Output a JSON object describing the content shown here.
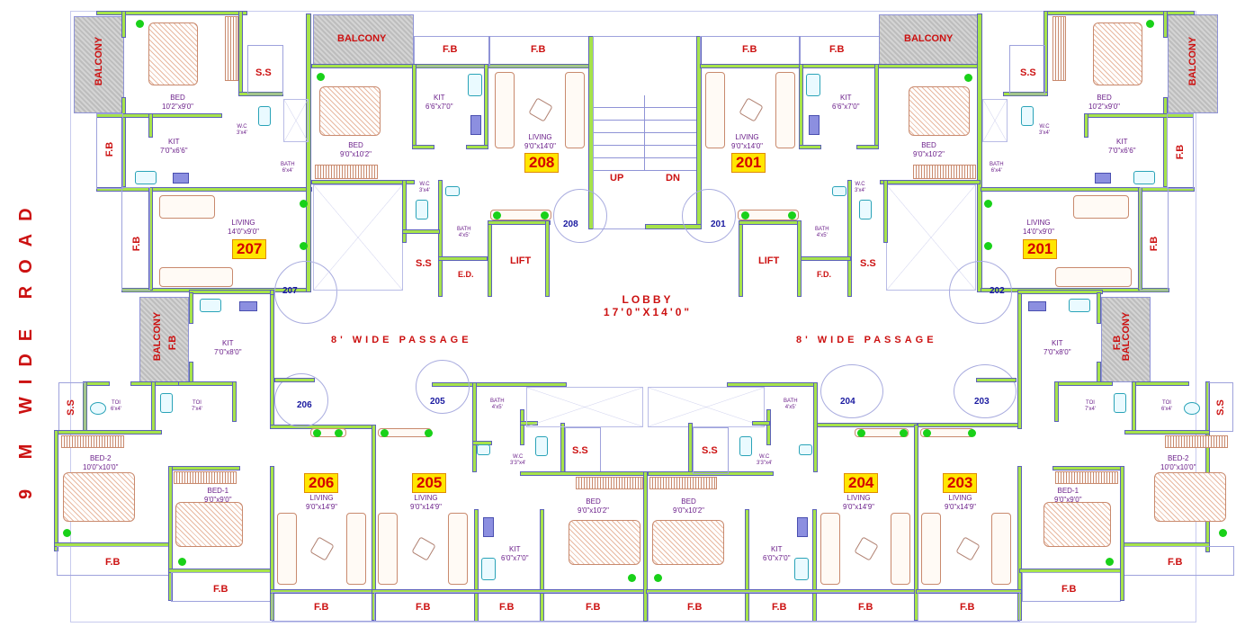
{
  "road": {
    "label": "9 M WIDE ROAD"
  },
  "lobby": {
    "name": "LOBBY",
    "size": "17'0\"X14'0\""
  },
  "stairs": {
    "up": "UP",
    "down": "DN"
  },
  "passages": [
    "8' WIDE PASSAGE",
    "8' WIDE PASSAGE"
  ],
  "colors": {
    "wall": "#a6e34a",
    "outline": "#5d63b8",
    "label_red": "#cc1111",
    "room_text": "#6b1f8a",
    "badge_bg": "#ffe600",
    "door_text": "#1a1aa0"
  },
  "labels": {
    "balcony": "BALCONY",
    "fb": "F.B",
    "ss": "S.S",
    "lift": "LIFT",
    "ed": "E.D.",
    "fd": "F.D.",
    "balcony_fb": "F.B"
  },
  "units": {
    "u207": {
      "badge": "207",
      "door": "207",
      "bed": {
        "name": "BED",
        "dim": "10'2\"x9'0\""
      },
      "kit": {
        "name": "KIT",
        "dim": "7'0\"x6'6\""
      },
      "wc": {
        "name": "W.C",
        "dim": "3'x4'"
      },
      "bath": {
        "name": "BATH",
        "dim": "6'x4'"
      },
      "living": {
        "name": "LIVING",
        "dim": "14'0\"x9'0\""
      }
    },
    "u208": {
      "badge": "208",
      "door": "208",
      "bed": {
        "name": "BED",
        "dim": "9'0\"x10'2\""
      },
      "kit": {
        "name": "KIT",
        "dim": "6'6\"x7'0\""
      },
      "living": {
        "name": "LIVING",
        "dim": "9'0\"x14'0\""
      },
      "wc": {
        "name": "W.C",
        "dim": "3'x4'"
      },
      "bath": {
        "name": "BATH",
        "dim": "4'x5'"
      }
    },
    "u201a": {
      "badge": "201",
      "door": "201",
      "living": {
        "name": "LIVING",
        "dim": "9'0\"x14'0\""
      },
      "kit": {
        "name": "KIT",
        "dim": "6'6\"x7'0\""
      },
      "bed": {
        "name": "BED",
        "dim": "9'0\"x10'2\""
      },
      "wc": {
        "name": "W.C",
        "dim": "3'x4'"
      },
      "bath": {
        "name": "BATH",
        "dim": "4'x5'"
      }
    },
    "u201b": {
      "badge": "201",
      "door": "202",
      "bed": {
        "name": "BED",
        "dim": "10'2\"x9'0\""
      },
      "kit": {
        "name": "KIT",
        "dim": "7'0\"x6'6\""
      },
      "wc": {
        "name": "W.C",
        "dim": "3'x4'"
      },
      "bath": {
        "name": "BATH",
        "dim": "6'x4'"
      },
      "living": {
        "name": "LIVING",
        "dim": "14'0\"x9'0\""
      }
    },
    "u206": {
      "badge": "206",
      "door": "206",
      "kit": {
        "name": "KIT",
        "dim": "7'0\"x8'0\""
      },
      "toi1": {
        "name": "TOI",
        "dim": "6'x4'"
      },
      "toi2": {
        "name": "TOI",
        "dim": "7'x4'"
      },
      "bed2": {
        "name": "BED-2",
        "dim": "10'0\"x10'0\""
      },
      "bed1": {
        "name": "BED-1",
        "dim": "9'0\"x9'0\""
      },
      "living": {
        "name": "LIVING",
        "dim": "9'0\"x14'9\""
      }
    },
    "u205": {
      "badge": "205",
      "door": "205",
      "living": {
        "name": "LIVING",
        "dim": "9'0\"x14'9\""
      },
      "bath": {
        "name": "BATH",
        "dim": "4'x5'"
      },
      "wc": {
        "name": "W.C",
        "dim": "3'3\"x4'"
      },
      "kit": {
        "name": "KIT",
        "dim": "6'0\"x7'0\""
      },
      "bed": {
        "name": "BED",
        "dim": "9'0\"x10'2\""
      }
    },
    "u204": {
      "badge": "204",
      "door": "204",
      "living": {
        "name": "LIVING",
        "dim": "9'0\"x14'9\""
      },
      "bath": {
        "name": "BATH",
        "dim": "4'x5'"
      },
      "wc": {
        "name": "W.C",
        "dim": "3'3\"x4'"
      },
      "kit": {
        "name": "KIT",
        "dim": "6'0\"x7'0\""
      },
      "bed": {
        "name": "BED",
        "dim": "9'0\"x10'2\""
      }
    },
    "u203": {
      "badge": "203",
      "door": "203",
      "living": {
        "name": "LIVING",
        "dim": "9'0\"x14'9\""
      },
      "kit": {
        "name": "KIT",
        "dim": "7'0\"x8'0\""
      },
      "toi1": {
        "name": "TOI",
        "dim": "7'x4'"
      },
      "toi2": {
        "name": "TOI",
        "dim": "6'x4'"
      },
      "bed1": {
        "name": "BED-1",
        "dim": "9'0\"x9'0\""
      },
      "bed2": {
        "name": "BED-2",
        "dim": "10'0\"x10'0\""
      }
    }
  }
}
